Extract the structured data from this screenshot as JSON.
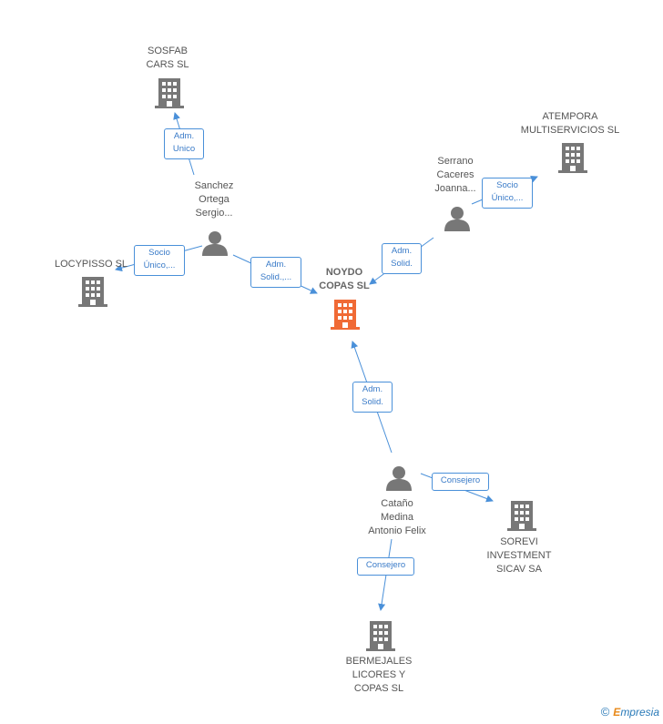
{
  "nodes": {
    "center": {
      "label": "NOYDO\nCOPAS SL",
      "icon": "building-icon",
      "color": "#f06a35"
    },
    "sosfab": {
      "label": "SOSFAB\nCARS SL",
      "icon": "building-icon"
    },
    "locypisso": {
      "label": "LOCYPISSO SL",
      "icon": "building-icon"
    },
    "atempora": {
      "label": "ATEMPORA\nMULTISERVICIOS SL",
      "icon": "building-icon"
    },
    "sorevi": {
      "label": "SOREVI\nINVESTMENT\nSICAV SA",
      "icon": "building-icon"
    },
    "bermejales": {
      "label": "BERMEJALES\nLICORES Y\nCOPAS SL",
      "icon": "building-icon"
    },
    "sanchez": {
      "label": "Sanchez\nOrtega\nSergio...",
      "icon": "person-icon"
    },
    "serrano": {
      "label": "Serrano\nCaceres\nJoanna...",
      "icon": "person-icon"
    },
    "catano": {
      "label": "Cataño\nMedina\nAntonio Felix",
      "icon": "person-icon"
    }
  },
  "edges": {
    "sanchez_sosfab": "Adm.\nUnico",
    "sanchez_locypisso": "Socio\nÚnico,...",
    "sanchez_center": "Adm.\nSolid.,...",
    "serrano_atempora": "Socio\nÚnico,...",
    "serrano_center": "Adm.\nSolid.",
    "catano_center": "Adm.\nSolid.",
    "catano_sorevi": "Consejero",
    "catano_bermejales": "Consejero"
  },
  "colors": {
    "edge": "#4a90d9",
    "building": "#777777",
    "person": "#777777",
    "highlight": "#f06a35"
  },
  "brand": {
    "copyright": "©",
    "e": "E",
    "name": "mpresia"
  }
}
